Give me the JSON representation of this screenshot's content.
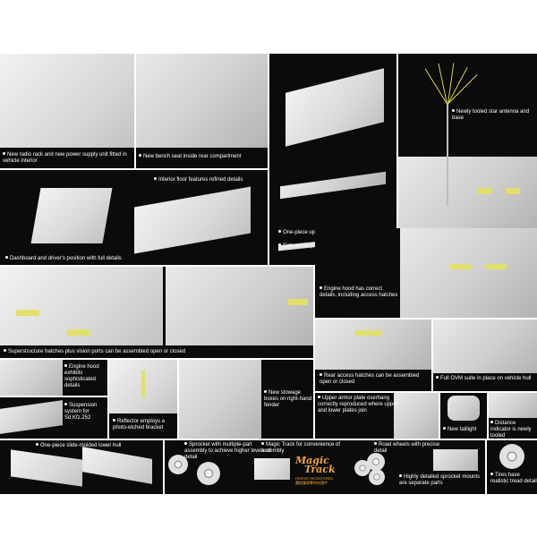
{
  "captions": {
    "radio_rack": "New radio rack and new power supply unit fitted in vehicle interior",
    "bench_seat": "New bench seat inside rear compartment",
    "upper_hull": "One-piece upper hull",
    "side_armor": "Side armor plates feature accurate shape",
    "antenna": "Newly tooled star antenna and base",
    "interior_floor": "Interior floor features refined details",
    "dashboard": "Dashboard and driver's position with full details",
    "engine_hood_access": "Engine hood has correct details, including access hatches",
    "superstructure": "Superstructure hatches plus vision ports can be assembled open or closed",
    "rear_access": "Rear access hatches can be assembled open or closed",
    "ovm": "Full OVM suite in place on vehicle hull",
    "engine_hood_details": "Engine hood exhibits sophisticated details",
    "suspension": "Suspension system for Sd.Kfz.252",
    "reflector": "Reflector employs a photo-etched bracket",
    "stowage": "New stowage boxes on right-hand fender",
    "armor_overhang": "Upper armor plate overhang correctly reproduced where upper and lower plates join",
    "taillight": "New taillight",
    "distance_indicator": "Distance indicator is newly tooled",
    "lower_hull": "One-piece slide-molded lower hull",
    "sprocket": "Sprocket with multiple-part assembly to achieve higher levels of detail",
    "magic_track": "Magic Track for convenience of assembly",
    "road_wheels": "Road wheels with precise detail",
    "sprocket_mounts": "Highly detailed sprocket mounts are separate parts",
    "tires": "Tires have realistic tread detail"
  },
  "logo": {
    "word1": "Magic",
    "word2": "Track",
    "sub1": "PATENT REGISTERED",
    "sub2": "魔術履帶專利申請中"
  },
  "colors": {
    "highlight": "#e2e06a",
    "logo": "#f2a43a",
    "panel_bg": "#0b0b0b"
  }
}
